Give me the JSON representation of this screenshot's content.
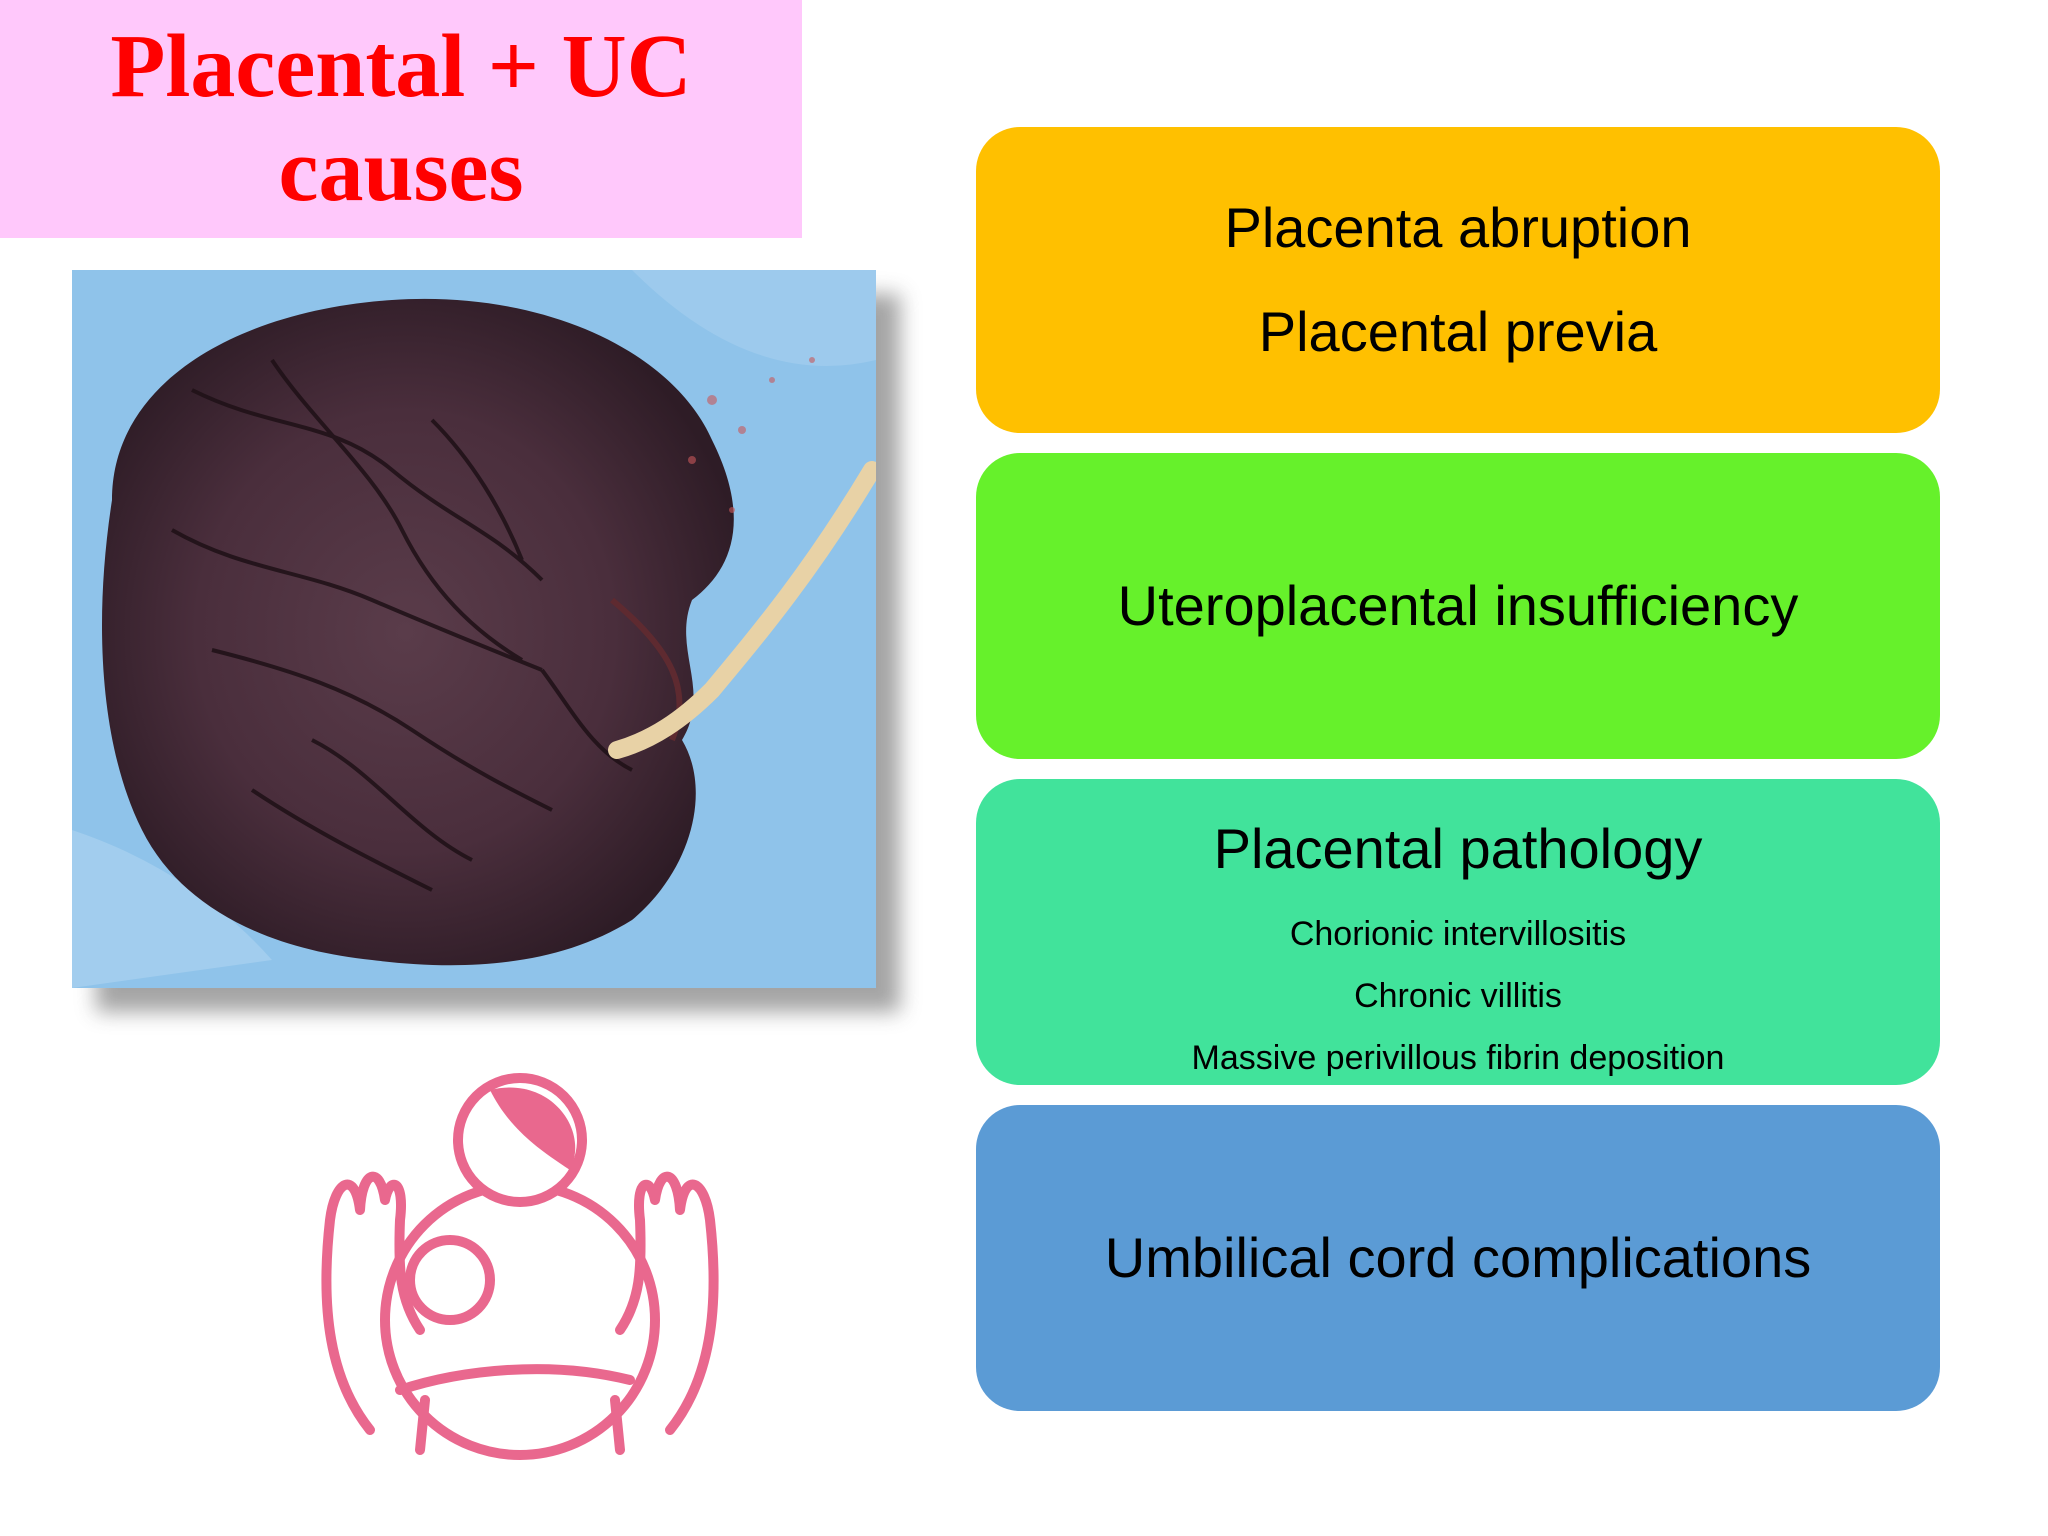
{
  "title": {
    "line1": "Placental + UC",
    "line2": "causes"
  },
  "photo": {
    "subject": "placenta-photo"
  },
  "logo": {
    "icon": "mother-child-hands-icon",
    "color": "#e9688e"
  },
  "cards": [
    {
      "lines": [
        "Placenta abruption",
        "Placental previa"
      ],
      "color": "#ffc000"
    },
    {
      "lines": [
        "Uteroplacental insufficiency"
      ],
      "color": "#66f12b"
    },
    {
      "heading": "Placental pathology",
      "items": [
        "Chorionic intervillositis",
        "Chronic villitis",
        "Massive perivillous fibrin deposition"
      ],
      "color": "#41e39b"
    },
    {
      "lines": [
        "Umbilical cord complications"
      ],
      "color": "#5b9bd5"
    }
  ]
}
